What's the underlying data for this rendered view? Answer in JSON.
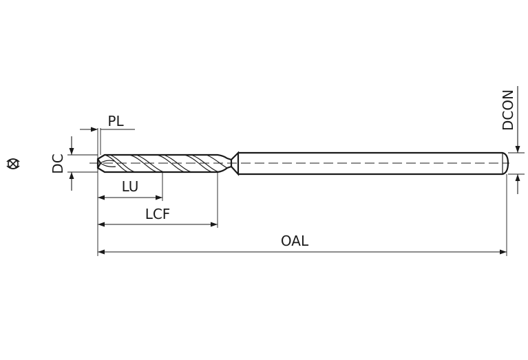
{
  "labels": {
    "pl": "PL",
    "dc": "DC",
    "lu": "LU",
    "lcf": "LCF",
    "oal": "OAL",
    "dcon": "DCON"
  },
  "icons": {
    "rotation": "rotation-direction-icon"
  },
  "colors": {
    "line": "#1a1a1a",
    "background": "#ffffff"
  }
}
